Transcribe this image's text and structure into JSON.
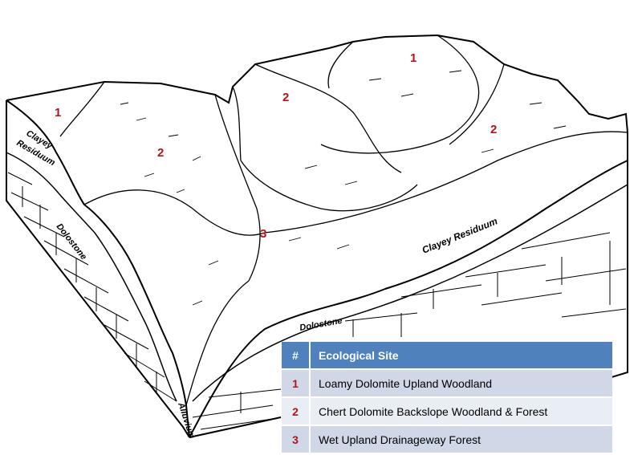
{
  "diagram": {
    "site_labels": {
      "left_upland": "1",
      "left_slope": "2",
      "hill_top": "2",
      "right_upland": "1",
      "right_slope": "2",
      "drainageway": "3"
    },
    "strata": {
      "clayey_left_1": "Clayey",
      "clayey_left_2": "Residuum",
      "dolostone_left": "Dolostone",
      "clayey_right": "Clayey Residuum",
      "dolostone_right": "Dolostone",
      "alluvium": "Alluvium"
    }
  },
  "legend": {
    "header": {
      "num": "#",
      "site": "Ecological Site"
    },
    "rows": [
      {
        "num": "1",
        "site": "Loamy Dolomite Upland Woodland"
      },
      {
        "num": "2",
        "site": "Chert Dolomite Backslope Woodland & Forest"
      },
      {
        "num": "3",
        "site": "Wet Upland Drainageway Forest"
      }
    ]
  },
  "colors": {
    "site_number": "#b5121b",
    "legend_header": "#4f81bd",
    "legend_row_odd": "#d0d8e8",
    "legend_row_even": "#e9edf4"
  }
}
